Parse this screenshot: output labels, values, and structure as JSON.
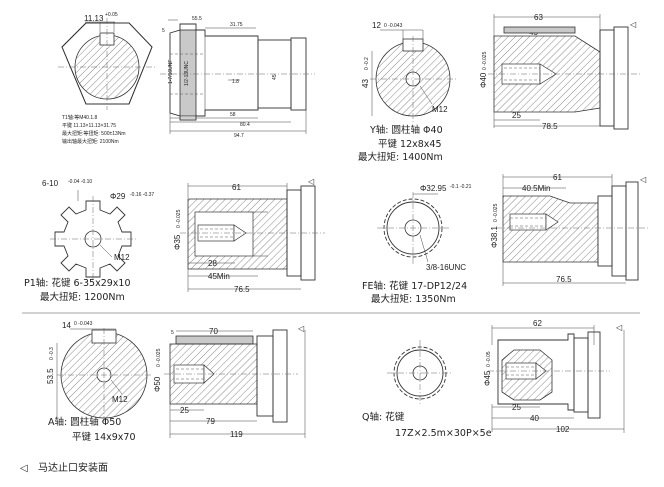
{
  "footer": {
    "marker": "◁",
    "text": "马达止口安装面"
  },
  "sec_spline": {
    "dim_width": "11.13",
    "dim_width_tol": "+0.05",
    "dim_5": "5",
    "dim_55": "55.5",
    "dim_3175": "31.75",
    "dim_thread": "1-7/16UNF",
    "dim_thread_vert": "1/2-13UNC",
    "dim_45": "45",
    "dim_18": "1.8",
    "dim_58": "58",
    "dim_804": "80.4",
    "dim_947": "94.7",
    "note1": "T1轴:等M40.1.8",
    "note2": "平键 11.13×11.13×31.75",
    "note3": "最大扭矩:等扭矩: 500±13Nm",
    "note4": "输出轴最大扭矩: 2100Nm"
  },
  "sec_y": {
    "key_w": "12",
    "key_tol": "0 -0.043",
    "dim_43": "43",
    "dim_43_tol": "0 -0.2",
    "m12": "M12",
    "dim_63": "63",
    "dim_45": "45",
    "dim_d40": "Φ40",
    "dim_d40_tol": "0 -0.025",
    "dim_25": "25",
    "dim_785": "78.5",
    "cap1": "Y轴: 圆柱轴 Φ40",
    "cap2": "平键 12x8x45",
    "cap3": "最大扭矩: 1400Nm"
  },
  "sec_p1": {
    "dim_6": "6-10",
    "dim_6_tol": "-0.04 -0.10",
    "dim_29": "Φ29",
    "dim_29_tol": "-0.16 -0.37",
    "m12": "M12",
    "dim_61": "61",
    "dim_d35": "Φ35",
    "dim_d35_tol": "0 -0.025",
    "dim_28": "28",
    "dim_45min": "45Min",
    "dim_765": "76.5",
    "cap1": "P1轴: 花键 6-35x29x10",
    "cap2": "最大扭矩: 1200Nm"
  },
  "sec_fe": {
    "dim_3295": "Φ32.95",
    "dim_3295_tol": "-0.1 -0.21",
    "thread": "3/8-16UNC",
    "dim_61": "61",
    "dim_405min": "40.5Min",
    "dim_d381": "Φ38.1",
    "dim_d381_tol": "0 -0.025",
    "dim_765": "76.5",
    "cap1": "FE轴: 花键 17-DP12/24",
    "cap2": "最大扭矩: 1350Nm"
  },
  "sec_a": {
    "key_w": "14",
    "key_tol": "0 -0.043",
    "dim_535": "53.5",
    "dim_535_tol": "0 -0.3",
    "m12": "M12",
    "dim_5": "5",
    "dim_70": "70",
    "dim_d50": "Φ50",
    "dim_d50_tol": "0 -0.025",
    "dim_25": "25",
    "dim_79": "79",
    "dim_119": "119",
    "cap1": "A轴: 圆柱轴 Φ50",
    "cap2": "平键 14x9x70"
  },
  "sec_q": {
    "dim_62": "62",
    "dim_d45": "Φ45",
    "dim_d45_tol": "0 -0.05",
    "dim_25": "25",
    "dim_40": "40",
    "dim_102": "102",
    "cap1": "Q轴: 花键",
    "cap2": "17Z×2.5m×30P×5e"
  }
}
